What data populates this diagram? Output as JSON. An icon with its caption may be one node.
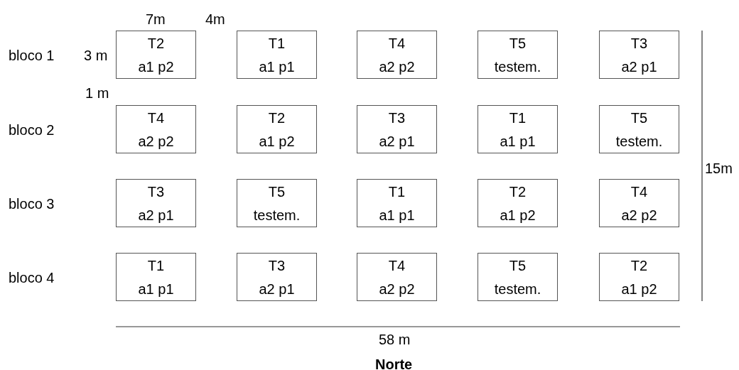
{
  "diagram": {
    "nodes": [
      {
        "text": [
          "T2",
          "a1 p2"
        ]
      },
      {
        "text": [
          "T1",
          "a1 p1"
        ]
      },
      {
        "text": [
          "T4",
          "a2 p2"
        ]
      },
      {
        "text": [
          "T5",
          "testem."
        ]
      },
      {
        "text": [
          "T3",
          "a2 p1"
        ]
      },
      {
        "text": [
          "T4",
          "a2 p2"
        ]
      },
      {
        "text": [
          "T2",
          "a1 p2"
        ]
      },
      {
        "text": [
          "T3",
          "a2 p1"
        ]
      },
      {
        "text": [
          "T1",
          "a1 p1"
        ]
      },
      {
        "text": [
          "T5",
          "testem."
        ]
      },
      {
        "text": [
          "T3",
          "a2 p1"
        ]
      },
      {
        "text": [
          "T5",
          "testem."
        ]
      },
      {
        "text": [
          "T1",
          "a1 p1"
        ]
      },
      {
        "text": [
          "T2",
          "a1 p2"
        ]
      },
      {
        "text": [
          "T4",
          "a2 p2"
        ]
      },
      {
        "text": [
          "T1",
          "a1 p1"
        ]
      },
      {
        "text": [
          "T3",
          "a2 p1"
        ]
      },
      {
        "text": [
          "T4",
          "a2 p2"
        ]
      },
      {
        "text": [
          "T5",
          "testem."
        ]
      },
      {
        "text": [
          "T2",
          "a1 p2"
        ]
      }
    ],
    "edges": [],
    "labels": [
      "7m",
      "4m",
      "bloco 1",
      "3 m",
      "1 m",
      "bloco 2",
      "15m",
      "bloco 3",
      "bloco 4",
      "58 m",
      "Norte"
    ]
  }
}
